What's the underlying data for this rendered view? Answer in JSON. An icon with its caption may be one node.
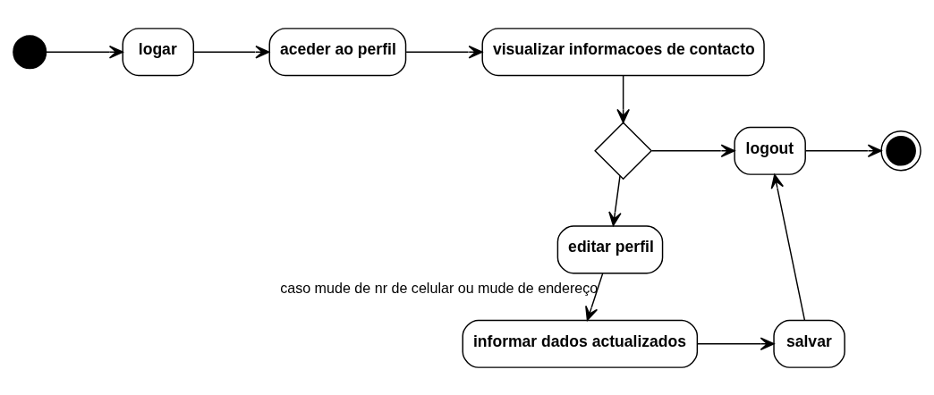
{
  "diagram": {
    "nodes": [
      {
        "text": [],
        "shape": "circle"
      },
      {
        "text": [
          "logar"
        ]
      },
      {
        "text": [
          "aceder ao perfil"
        ]
      },
      {
        "text": [
          "visualizar informacoes de contacto"
        ]
      },
      {
        "text": [],
        "shape": "diamond"
      },
      {
        "text": [
          "logout"
        ]
      },
      {
        "text": [],
        "shape": "circle"
      },
      {
        "text": [
          "editar perfil"
        ]
      },
      {
        "text": [
          "informar dados actualizados"
        ]
      },
      {
        "text": [
          "salvar"
        ]
      }
    ],
    "edges": [
      {
        "from": 0,
        "to": 1,
        "arrow": "to"
      },
      {
        "from": 1,
        "to": 2,
        "arrow": "to"
      },
      {
        "from": 2,
        "to": 3,
        "arrow": "to"
      },
      {
        "from": 3,
        "to": 4,
        "arrow": "to"
      },
      {
        "from": 4,
        "to": 5,
        "arrow": "to"
      },
      {
        "from": 5,
        "to": 6,
        "arrow": "to"
      },
      {
        "from": 4,
        "to": 7,
        "arrow": "to"
      },
      {
        "from": 7,
        "to": 8,
        "arrow": "to",
        "label": "caso mude de nr de celular ou mude de endereço"
      },
      {
        "from": 8,
        "to": 9,
        "arrow": "to"
      },
      {
        "from": 9,
        "to": 5,
        "arrow": "to"
      }
    ]
  }
}
